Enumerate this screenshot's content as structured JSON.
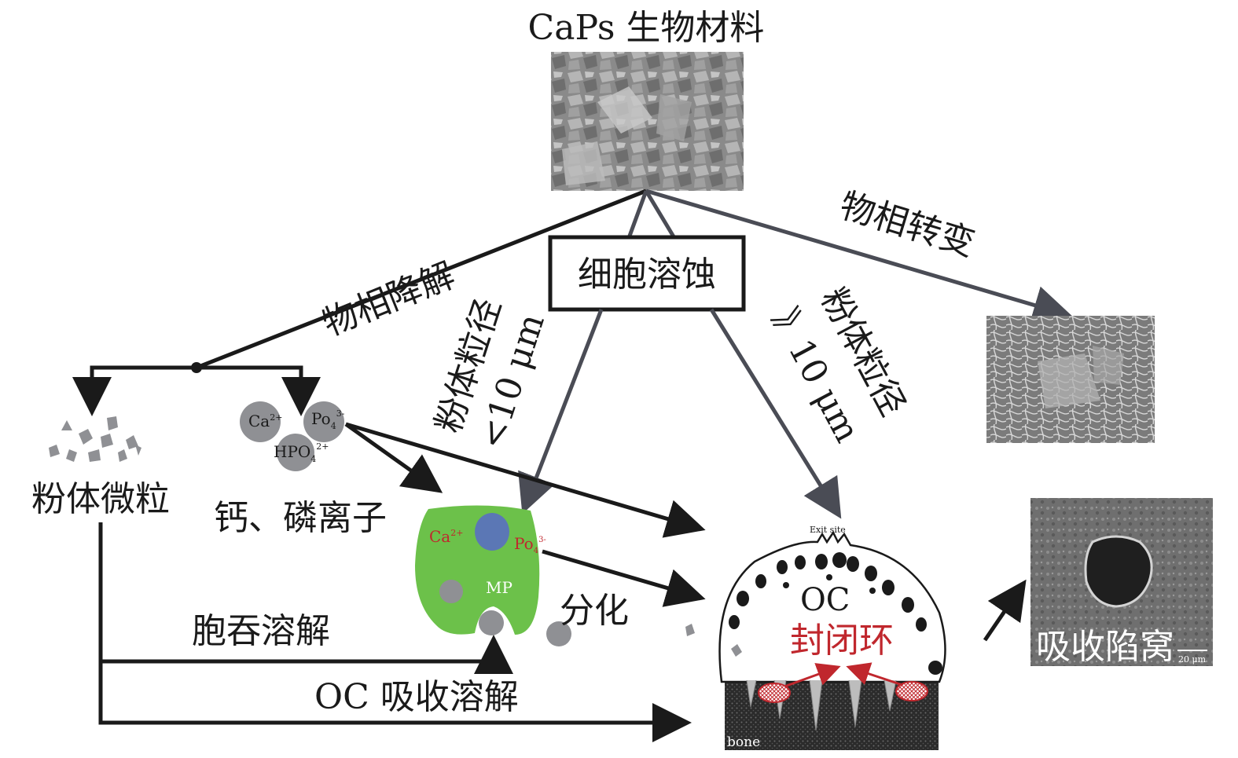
{
  "title": "CaPs 生物材料",
  "center_box": "细胞溶蚀",
  "labels": {
    "phase_degradation": "物相降解",
    "phase_transformation": "物相转变",
    "size_small_line1": "粉体粒径",
    "size_small_line2": "<10 μm",
    "size_large_line1": "粉体粒径",
    "size_large_line2": "》10 μm",
    "powder_particles": "粉体微粒",
    "ca_p_ions": "钙、磷离子",
    "phagocytosis": "胞吞溶解",
    "oc_resorption": "OC 吸收溶解",
    "differentiation": "分化",
    "resorption_pit": "吸收陷窝",
    "scale_bar": "20 μm"
  },
  "ions": {
    "ca": "Ca",
    "ca_sup": "2+",
    "po": "Po",
    "po_sub": "4",
    "po_sup": "3-",
    "hpo": "HPO",
    "hpo_sub": "4",
    "hpo_sup": "2+"
  },
  "macrophage": {
    "label": "MP",
    "ca": "Ca",
    "ca_sup": "2+",
    "po": "Po",
    "po_sub": "4",
    "po_sup": "3-"
  },
  "osteoclast": {
    "label": "OC",
    "sealing_ring": "封闭环",
    "exit_site": "Exit site",
    "bone": "bone"
  },
  "colors": {
    "black_arrow": "#1a1a1a",
    "gray_arrow": "#4a4c55",
    "macrophage_green": "#6cc14a",
    "nucleus_blue": "#5b77b5",
    "ion_gray": "#8f9094",
    "seal_red": "#c0272d"
  }
}
